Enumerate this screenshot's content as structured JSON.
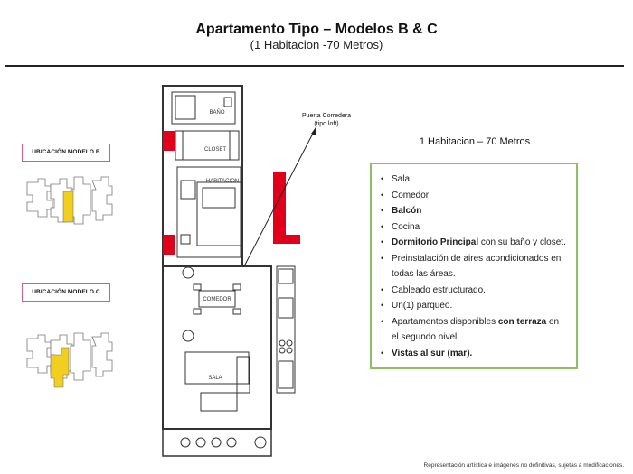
{
  "header": {
    "title": "Apartamento Tipo – Modelos B & C",
    "subtitle": "(1 Habitacion -70 Metros)"
  },
  "location": {
    "model_b_label": "UBICACIÓN MODELO B",
    "model_c_label": "UBICACIÓN MODELO C"
  },
  "plan": {
    "rooms": {
      "bano": "BAÑO",
      "closet": "CLOSET",
      "habitacion": "HABITACION",
      "comedor": "COMEDOR",
      "sala": "SALA"
    },
    "callout_line1": "Puerta Corredera",
    "callout_line2": "(tipo loft)"
  },
  "summary": "1 Habitacion – 70 Metros",
  "features": [
    {
      "before": "Sala",
      "bold": "",
      "after": ""
    },
    {
      "before": "Comedor",
      "bold": "",
      "after": ""
    },
    {
      "before": "",
      "bold": "Balcón",
      "after": ""
    },
    {
      "before": "Cocina",
      "bold": "",
      "after": ""
    },
    {
      "before": "",
      "bold": "Dormitorio Principal",
      "after": " con su baño y closet."
    },
    {
      "before": "Preinstalación de aires acondicionados en todas las áreas.",
      "bold": "",
      "after": ""
    },
    {
      "before": "Cableado estructurado.",
      "bold": "",
      "after": ""
    },
    {
      "before": "Un(1) parqueo.",
      "bold": "",
      "after": ""
    },
    {
      "before": "Apartamentos disponibles ",
      "bold": "con terraza",
      "after": " en el segundo nivel."
    },
    {
      "before": "",
      "bold": "Vistas al sur (mar).",
      "after": ""
    }
  ],
  "disclaimer": "Representación artística e imágenes no definitivas, sujetas a modificaciones.",
  "colors": {
    "accent_red": "#e0001b",
    "highlight_yellow": "#f2cf1f",
    "box_green": "#8dc063",
    "location_border": "#d65a8a"
  }
}
